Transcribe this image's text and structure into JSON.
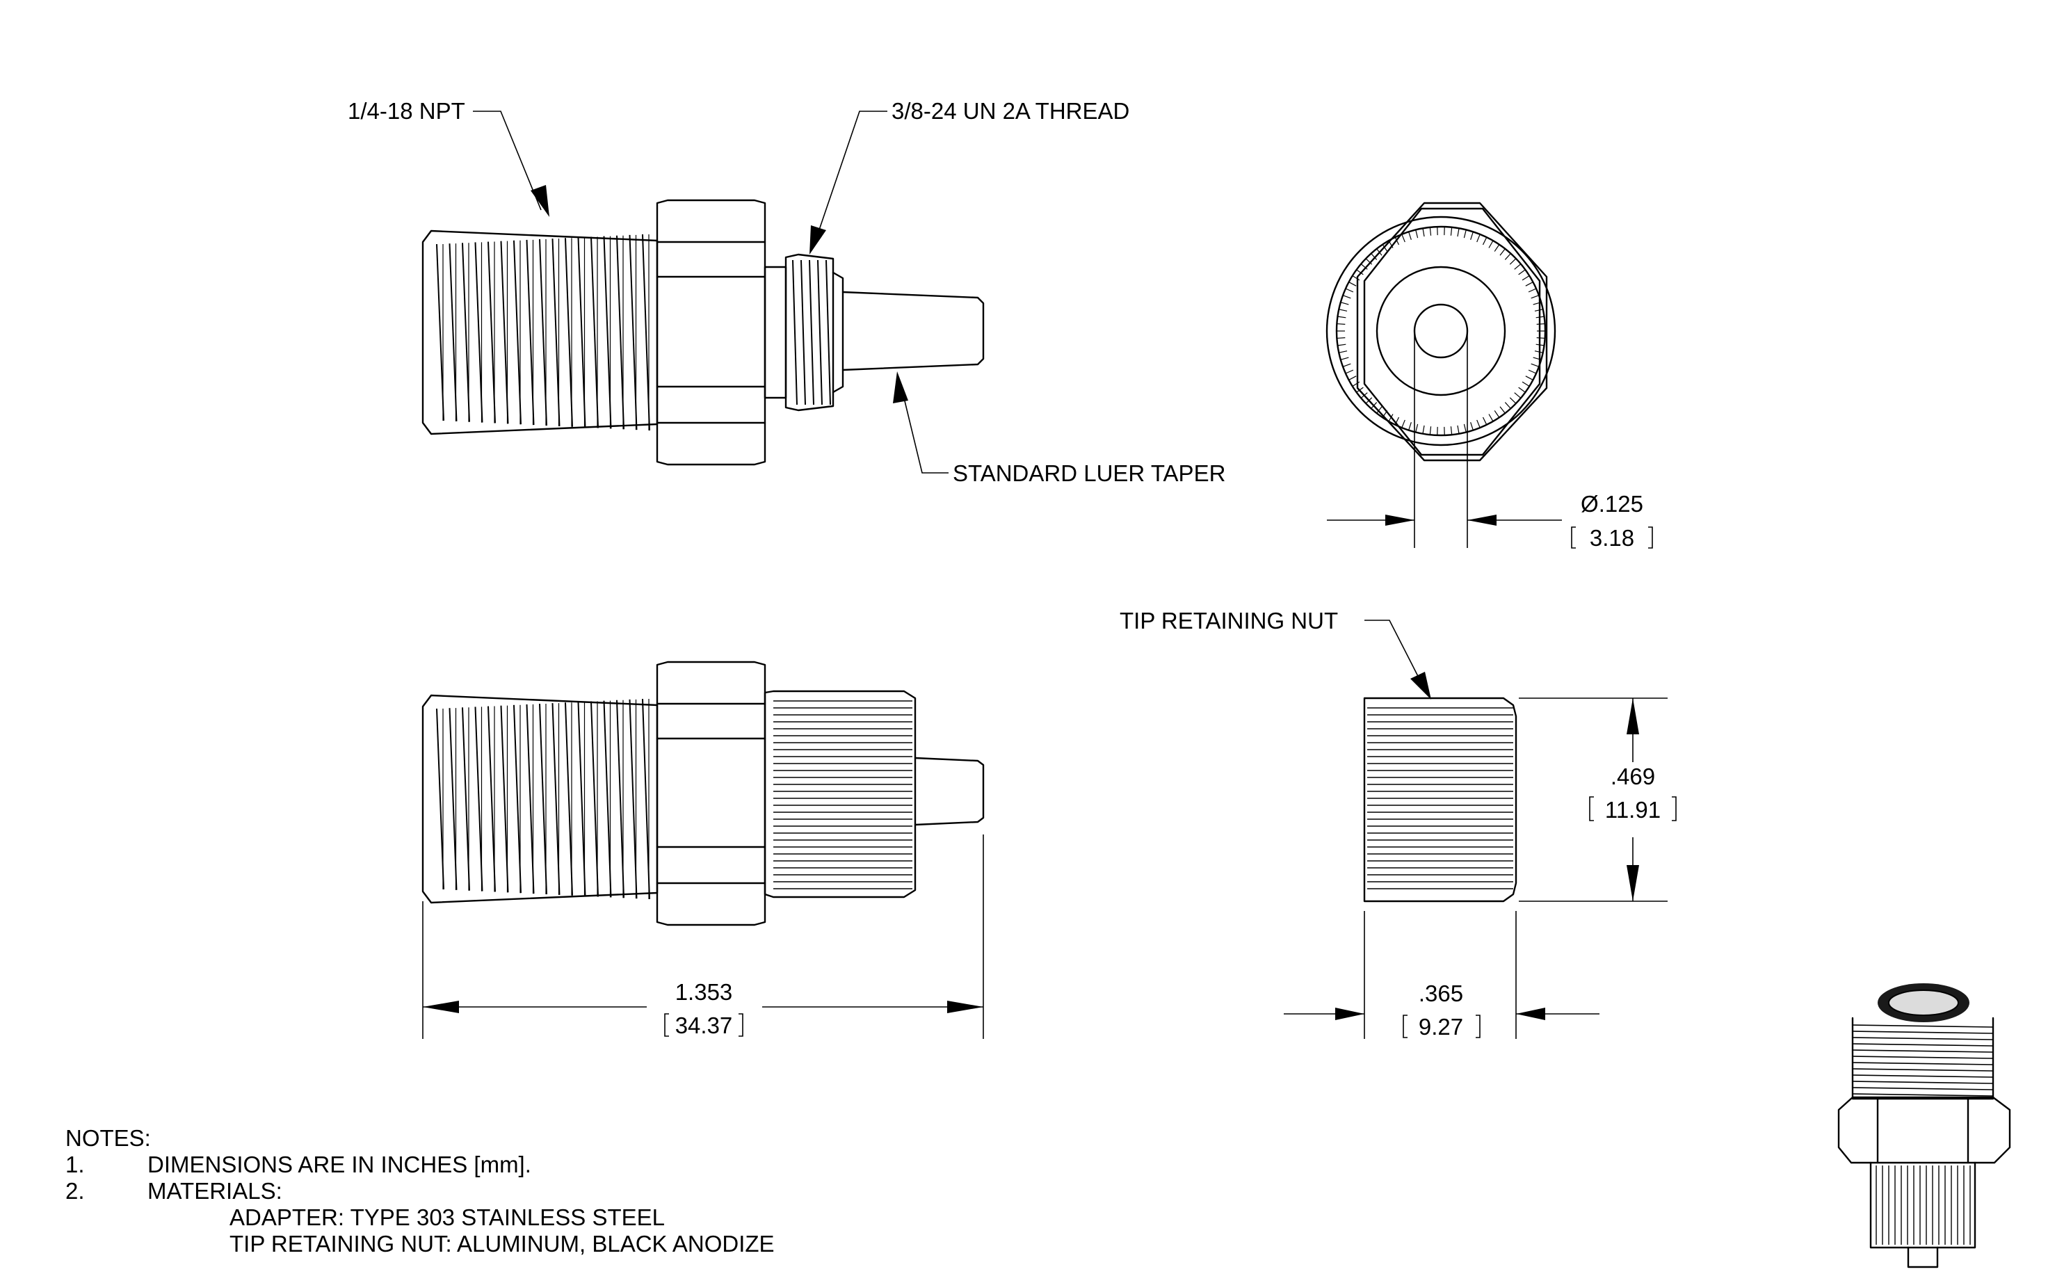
{
  "callouts": {
    "npt": "1/4-18 NPT",
    "un_thread": "3/8-24 UN 2A THREAD",
    "luer": "STANDARD LUER TAPER",
    "tip_nut": "TIP RETAINING NUT"
  },
  "dimensions": {
    "bore_in": "Ø.125",
    "bore_mm": "3.18",
    "nut_height_in": ".469",
    "nut_height_mm": "11.91",
    "overall_length_in": "1.353",
    "overall_length_mm": "34.37",
    "nut_length_in": ".365",
    "nut_length_mm": "9.27"
  },
  "notes": {
    "heading": "NOTES:",
    "items": [
      {
        "num": "1.",
        "text": "DIMENSIONS ARE IN INCHES [mm]."
      },
      {
        "num": "2.",
        "text": "MATERIALS:"
      }
    ],
    "materials": [
      "ADAPTER: TYPE 303 STAINLESS STEEL",
      "TIP RETAINING NUT: ALUMINUM, BLACK ANODIZE"
    ]
  }
}
